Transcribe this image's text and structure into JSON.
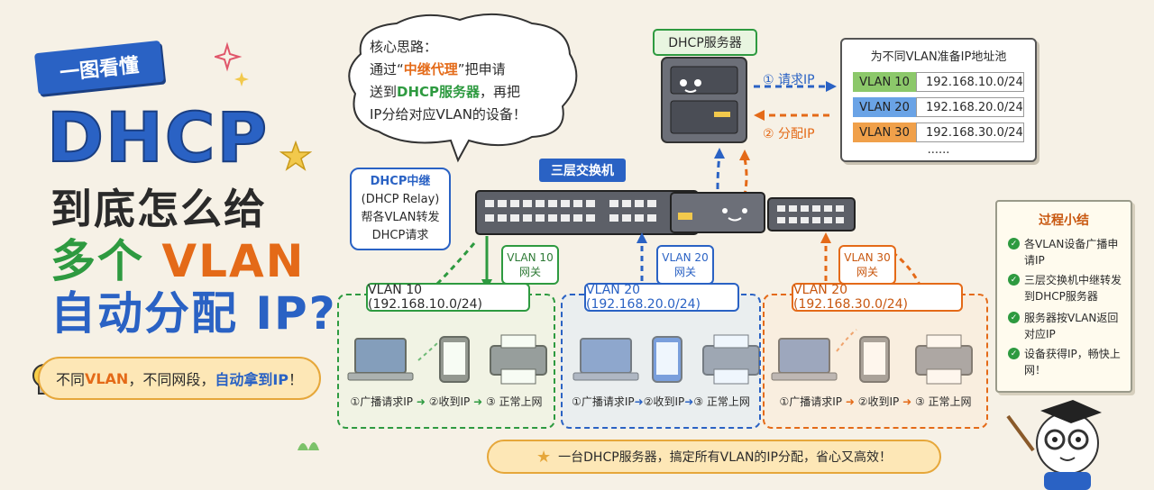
{
  "title": {
    "ribbon": "一图看懂",
    "line1": "DHCP",
    "line2": "到底怎么给",
    "line3_a": "多个 ",
    "line3_b": "VLAN",
    "line4": "自动分配 IP?"
  },
  "tip": {
    "p1": "不同",
    "p2": "VLAN",
    "p3": "，不同网段，",
    "p4": "自动拿到IP",
    "p5": "！"
  },
  "bubble": {
    "l1": "核心思路：",
    "l2a": "通过“",
    "l2b": "中继代理",
    "l2c": "”把申请",
    "l3a": "送到",
    "l3b": "DHCP服务器",
    "l3c": "，再把",
    "l4": "IP分给对应VLAN的设备！"
  },
  "relay": {
    "l1": "DHCP中继",
    "l2": "(DHCP Relay)",
    "l3": "帮各VLAN转发",
    "l4": "DHCP请求"
  },
  "switch_label": "三层交换机",
  "server_label": "DHCP服务器",
  "request_ip": "① 请求IP",
  "assign_ip": "② 分配IP",
  "pool": {
    "title": "为不同VLAN准备IP地址池",
    "rows": [
      {
        "name": "VLAN 10",
        "subnet": "192.168.10.0/24",
        "color": "#8cc86a"
      },
      {
        "name": "VLAN 20",
        "subnet": "192.168.20.0/24",
        "color": "#6aa3e6"
      },
      {
        "name": "VLAN 30",
        "subnet": "192.168.30.0/24",
        "color": "#f0a04a"
      }
    ],
    "more": "......"
  },
  "gateways": [
    {
      "l1": "VLAN 10",
      "l2": "网关"
    },
    {
      "l1": "VLAN 20",
      "l2": "网关"
    },
    {
      "l1": "VLAN 30",
      "l2": "网关"
    }
  ],
  "panels": [
    {
      "title": "VLAN 10 (192.168.10.0/24)",
      "s1": "①广播请求IP",
      "s2": "②收到IP",
      "s3": "③ 正常上网"
    },
    {
      "title": "VLAN 20 (192.168.20.0/24)",
      "s1": "①广播请求IP",
      "s2": "②收到IP",
      "s3": "③ 正常上网"
    },
    {
      "title": "VLAN 20 (192.168.30.0/24)",
      "s1": "①广播请求IP",
      "s2": "②收到IP",
      "s3": "③ 正常上网"
    }
  ],
  "summary": {
    "title": "过程小结",
    "items": [
      "各VLAN设备广播申请IP",
      "三层交换机中继转发到DHCP服务器",
      "服务器按VLAN返回对应IP",
      "设备获得IP，畅快上网！"
    ]
  },
  "footer": "一台DHCP服务器，搞定所有VLAN的IP分配，省心又高效！",
  "colors": {
    "blue": "#2a62c4",
    "green": "#2e9a40",
    "orange": "#e46a18"
  }
}
